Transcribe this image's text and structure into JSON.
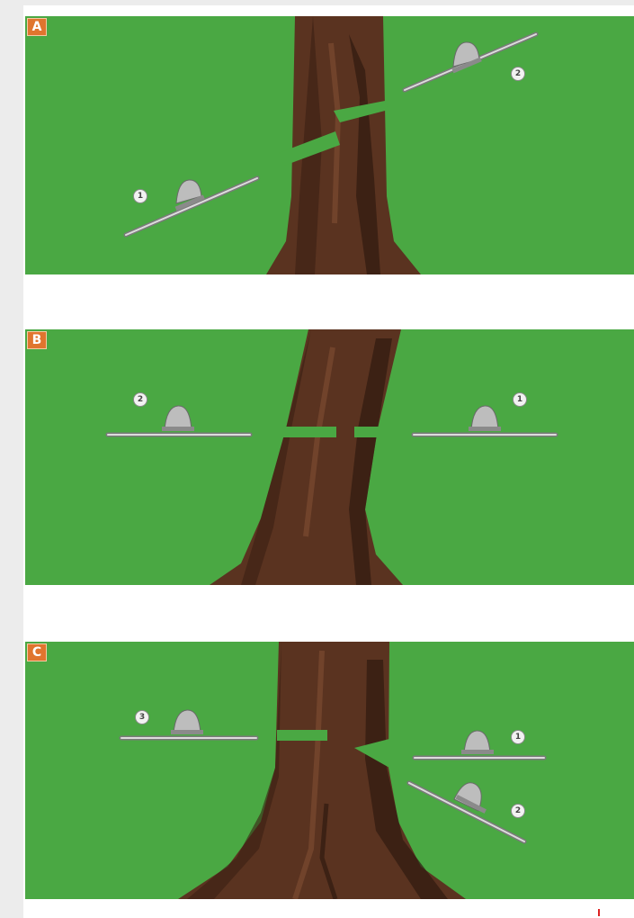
{
  "panels": [
    {
      "label": "A",
      "cuts": [
        "1",
        "2"
      ]
    },
    {
      "label": "B",
      "cuts": [
        "2",
        "1"
      ]
    },
    {
      "label": "C",
      "cuts": [
        "3",
        "1",
        "2"
      ]
    }
  ],
  "colors": {
    "grass": "#4aa843",
    "bark": "#5a3320",
    "bark_dark": "#2f1a10",
    "bark_light": "#7a4a30",
    "saw": "#c9c9c9",
    "badge": "#e0752e"
  },
  "icons": [
    "saw-icon",
    "step-marker-icon"
  ]
}
